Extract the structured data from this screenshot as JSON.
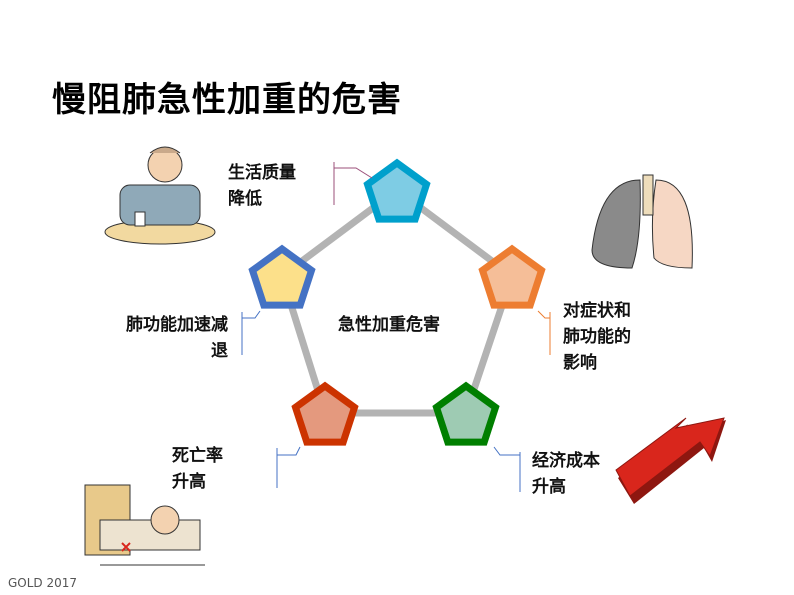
{
  "slide": {
    "title": "慢阻肺急性加重的危害",
    "center_label": "急性加重危害",
    "footer": "GOLD 2017"
  },
  "nodes": [
    {
      "label_lines": [
        "生活质量",
        "降低"
      ],
      "fill": "#7ECCE4",
      "stroke": "#00A0CC",
      "leader": "#9B4F7A"
    },
    {
      "label_lines": [
        "对症状和",
        "肺功能的",
        "影响"
      ],
      "fill": "#F5BE98",
      "stroke": "#ED7D31",
      "leader": "#ED7D31"
    },
    {
      "label_lines": [
        "经济成本",
        "升高"
      ],
      "fill": "#9ECBB3",
      "stroke": "#007F00",
      "leader": "#4472C4"
    },
    {
      "label_lines": [
        "死亡率",
        "升高"
      ],
      "fill": "#E4997E",
      "stroke": "#CC3300",
      "leader": "#4472C4"
    },
    {
      "label_lines": [
        "肺功能加速减",
        "退"
      ],
      "fill": "#FCE08A",
      "stroke": "#4472C4",
      "leader": "#4472C4"
    }
  ],
  "colors": {
    "connector": "#B3B3B3",
    "arrow": "#D9261C",
    "arrow_dark": "#8E1710"
  }
}
